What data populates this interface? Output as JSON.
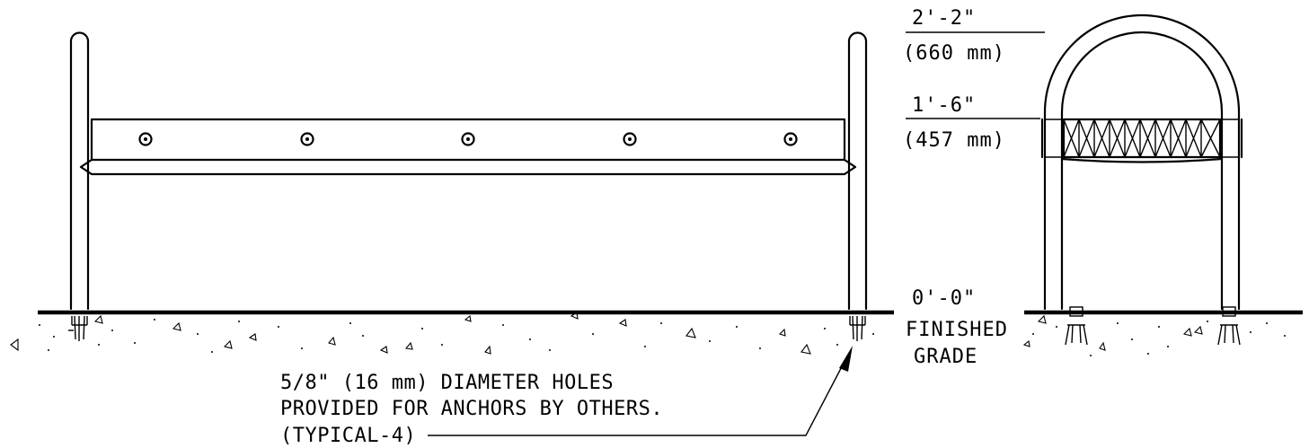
{
  "elevations": {
    "top": {
      "imperial": "2'-2\"",
      "metric": "(660 mm)"
    },
    "bar": {
      "imperial": "1'-6\"",
      "metric": "(457 mm)"
    },
    "grade": {
      "imperial": "0'-0\"",
      "line1": "FINISHED",
      "line2": "GRADE"
    }
  },
  "callout": {
    "line1": "5/8\" (16 mm) DIAMETER HOLES",
    "line2": "PROVIDED FOR ANCHORS BY OTHERS.",
    "line3": "(TYPICAL-4)"
  }
}
